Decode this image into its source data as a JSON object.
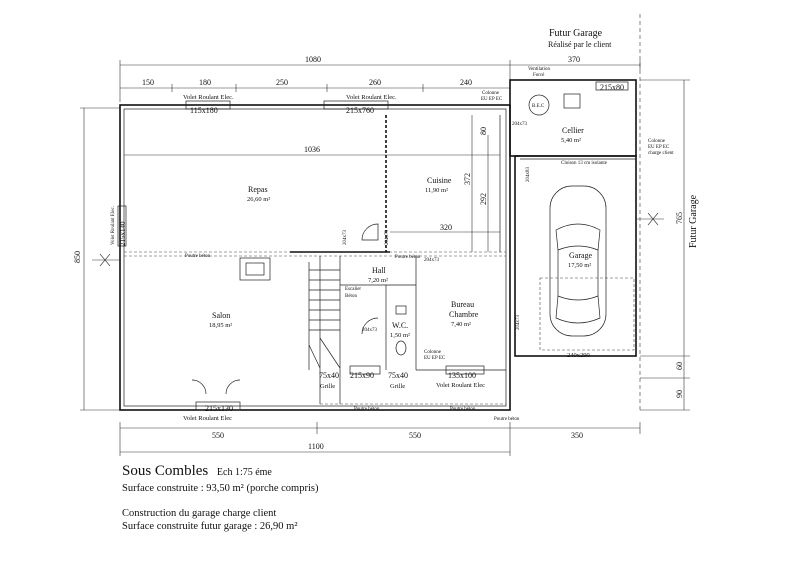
{
  "header": {
    "garage_title": "Futur Garage",
    "garage_subtitle": "Réalisé par le client",
    "side_label": "Futur Garage"
  },
  "dims": {
    "top_total": "1080",
    "top_right": "370",
    "top_segments": [
      "150",
      "180",
      "250",
      "260",
      "240"
    ],
    "bottom_segments": [
      "550",
      "550",
      "350"
    ],
    "bottom_total": "1100",
    "left_height": "850",
    "right_height": "765",
    "right_small_1": "60",
    "right_small_2": "90",
    "inner_1036": "1036",
    "inner_320": "320",
    "inner_292": "292",
    "inner_372": "372",
    "inner_80": "80",
    "garage_door": "240x290",
    "window_top_1": "115x180",
    "window_top_2": "215x760",
    "window_cellier": "215x80",
    "window_left": "215x140",
    "window_bottom_1": "215x130",
    "window_bottom_2": "215x90",
    "window_bottom_3": "75x40",
    "window_bottom_4": "75x40",
    "window_bottom_5": "135x100"
  },
  "rooms": [
    {
      "name": "Repas",
      "area": "26,60 m²"
    },
    {
      "name": "Cuisine",
      "area": "11,90 m²"
    },
    {
      "name": "Salon",
      "area": "18,95 m²"
    },
    {
      "name": "Hall",
      "area": "7,20 m²"
    },
    {
      "name": "W.C.",
      "area": "1,50 m²"
    },
    {
      "name": "Bureau",
      "name2": "Chambre",
      "area": "7,40 m²"
    },
    {
      "name": "Cellier",
      "area": "5,40 m²"
    },
    {
      "name": "Garage",
      "area": "17,50 m²"
    }
  ],
  "annotations": {
    "volet_1": "Volet Roulant Elec.",
    "volet_2": "Volet Roulant Elec.",
    "volet_left": "Volet Roulant Elec.",
    "volet_bottom_1": "Volet Roulant Elec",
    "volet_bottom_2": "Volet Roulant Elec",
    "poutre_1": "Poutre béton",
    "poutre_2": "Poutre béton",
    "poutre_3": "Poutre béton",
    "poutre_4": "Poutre béton",
    "poutre_5": "Poutre béton",
    "escalier": "Escalier",
    "escalier_2": "Béton",
    "grille_1": "Grille",
    "grille_2": "Grille",
    "colonne_1": "Colonne",
    "colonne_1b": "EU EP EC",
    "colonne_2": "Colonne",
    "colonne_2b": "EU EP EC",
    "colonne_3": "Colonne",
    "colonne_3b": "EU EP EC",
    "colonne_3c": "charge client",
    "ventilation": "Ventilation",
    "ventilation_2": "Forcé",
    "cloison": "Cloison 13 cm isolante",
    "bec": "B.E.C",
    "door_204": "204x73",
    "door_204b": "204x73",
    "door_204c": "204x73",
    "door_204d": "204x73",
    "door_204e": "204x83",
    "door_204f": "204x73",
    "door_204g": "204x73"
  },
  "footer": {
    "title": "Sous Combles",
    "scale": "Ech  1:75 éme",
    "surface": "Surface construite :   93,50 m² (porche compris)",
    "garage_note": "Construction du garage charge client",
    "garage_surface": "Surface construite futur garage : 26,90 m²"
  }
}
